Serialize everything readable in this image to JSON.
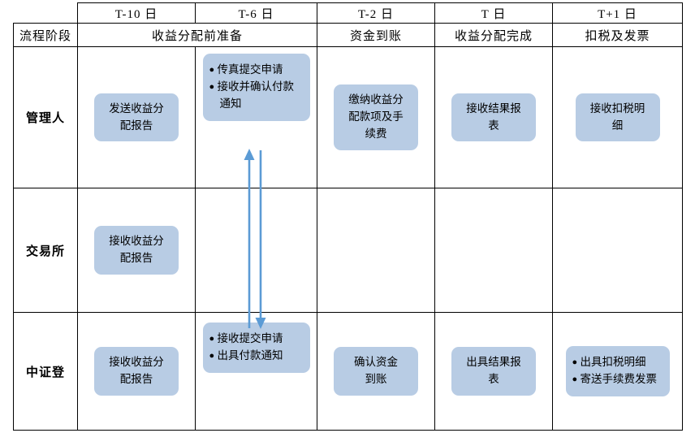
{
  "diagram": {
    "type": "swimlane-flowchart",
    "accent_box_color": "#b8cce4",
    "arrow_color": "#4f81bd",
    "grid_color": "#000000",
    "header": {
      "stage_label": "流程阶段",
      "periods": [
        "T-10 日",
        "T-6 日",
        "T-2 日",
        "T 日",
        "T+1 日"
      ],
      "stages": [
        "收益分配前准备",
        "资金到账",
        "收益分配完成",
        "扣税及发票"
      ],
      "stage_spans": [
        2,
        1,
        1,
        1
      ]
    },
    "lanes": [
      {
        "name": "管理人",
        "cells": [
          {
            "lines": [
              "发送收益分",
              "配报告"
            ],
            "bullets": []
          },
          {
            "lines": [],
            "bullets": [
              "传真提交申请",
              "接收并确认付款通知"
            ]
          },
          {
            "lines": [
              "缴纳收益分",
              "配款项及手",
              "续费"
            ],
            "bullets": []
          },
          {
            "lines": [
              "接收结果报",
              "表"
            ],
            "bullets": []
          },
          {
            "lines": [
              "接收扣税明",
              "细"
            ],
            "bullets": []
          }
        ]
      },
      {
        "name": "交易所",
        "cells": [
          {
            "lines": [
              "接收收益分",
              "配报告"
            ],
            "bullets": []
          },
          {
            "lines": [],
            "bullets": []
          },
          {
            "lines": [],
            "bullets": []
          },
          {
            "lines": [],
            "bullets": []
          },
          {
            "lines": [],
            "bullets": []
          }
        ]
      },
      {
        "name": "中证登",
        "cells": [
          {
            "lines": [
              "接收收益分",
              "配报告"
            ],
            "bullets": []
          },
          {
            "lines": [],
            "bullets": [
              "接收提交申请",
              "出具付款通知"
            ]
          },
          {
            "lines": [
              "确认资金",
              "到账"
            ],
            "bullets": []
          },
          {
            "lines": [
              "出具结果报",
              "表"
            ],
            "bullets": []
          },
          {
            "lines": [],
            "bullets": [
              "出具扣税明细",
              "寄送手续费发票"
            ]
          }
        ]
      }
    ],
    "connectors": [
      {
        "name": "upward-arrow",
        "direction": "up",
        "from_lane": "中证登",
        "to_lane": "管理人",
        "column": "T-6 日"
      },
      {
        "name": "downward-arrow",
        "direction": "down",
        "from_lane": "管理人",
        "to_lane": "中证登",
        "column": "T-6 日"
      }
    ]
  }
}
